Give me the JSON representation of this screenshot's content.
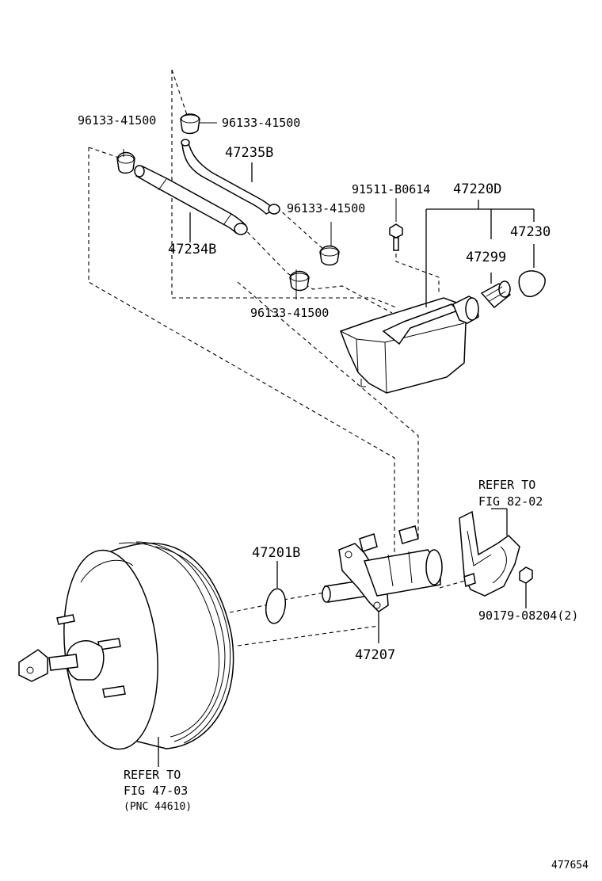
{
  "labels": {
    "clip_top_left": "96133-41500",
    "clip_top_right": "96133-41500",
    "hose_upper": "47235B",
    "hose_lower": "47234B",
    "bolt": "91511-B0614",
    "reservoir": "47220D",
    "clip_mid": "96133-41500",
    "cap": "47230",
    "strainer": "47299",
    "clip_low": "96133-41500",
    "refer_bracket_line1": "REFER TO",
    "refer_bracket_line2": "FIG 82-02",
    "gasket": "47201B",
    "master_cylinder": "47207",
    "nut": "90179-08204(2)",
    "refer_booster_line1": "REFER TO",
    "refer_booster_line2": "FIG 47-03",
    "refer_booster_line3": "(PNC 44610)",
    "drawing_number": "477654"
  }
}
